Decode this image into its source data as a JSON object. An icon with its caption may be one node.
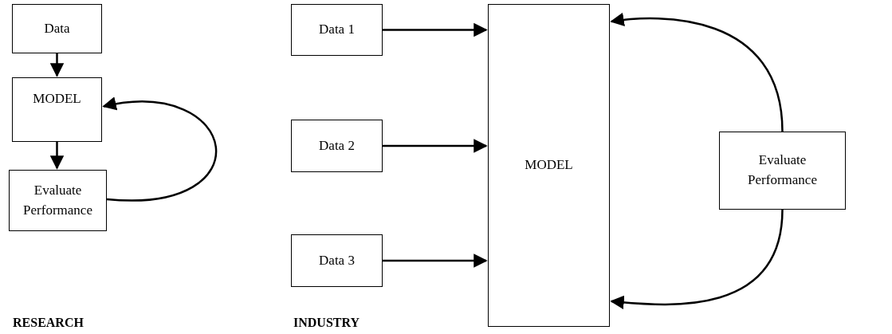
{
  "diagram": {
    "nodes": [
      {
        "text": [
          "Data"
        ]
      },
      {
        "text": [
          "MODEL"
        ]
      },
      {
        "text": [
          "Evaluate Performance"
        ]
      },
      {
        "text": [
          "Data 1"
        ]
      },
      {
        "text": [
          "Data 2"
        ]
      },
      {
        "text": [
          "Data 3"
        ]
      },
      {
        "text": [
          "MODEL"
        ]
      },
      {
        "text": [
          "Evaluate Performance"
        ]
      }
    ],
    "edges": [
      {
        "from": 0,
        "to": 1,
        "arrow": "to"
      },
      {
        "from": 1,
        "to": 2,
        "arrow": "to"
      },
      {
        "from": 2,
        "to": 1,
        "arrow": "to"
      },
      {
        "from": 3,
        "to": 6,
        "arrow": "to"
      },
      {
        "from": 4,
        "to": 6,
        "arrow": "to"
      },
      {
        "from": 5,
        "to": 6,
        "arrow": "to"
      },
      {
        "from": 7,
        "to": 6,
        "arrow": "to"
      },
      {
        "from": 7,
        "to": 6,
        "arrow": "to"
      }
    ],
    "labels": [
      "RESEARCH",
      "INDUSTRY"
    ]
  }
}
